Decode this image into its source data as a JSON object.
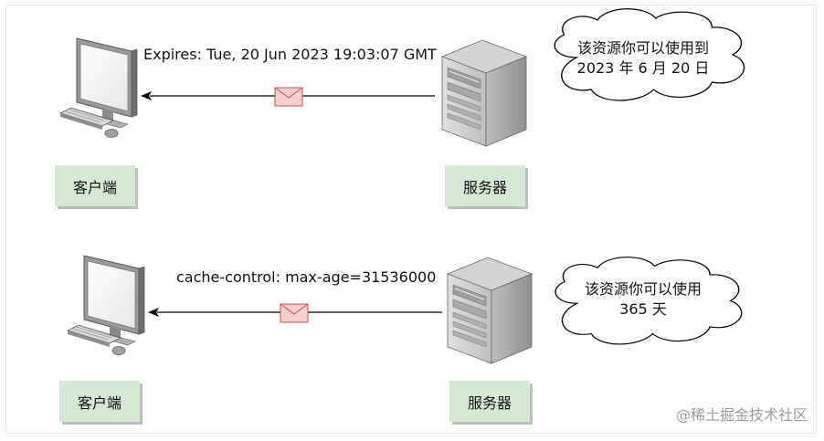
{
  "top_scene": {
    "client_label": "客户端",
    "server_label": "服务器",
    "message": "Expires: Tue, 20 Jun 2023 19:03:07 GMT",
    "cloud_line1": "该资源你可以使用到",
    "cloud_line2": "2023 年 6 月 20 日"
  },
  "bottom_scene": {
    "client_label": "客户端",
    "server_label": "服务器",
    "message": "cache-control: max-age=31536000",
    "cloud_line1": "该资源你可以使用",
    "cloud_line2": "365 天"
  },
  "watermark": "@稀土掘金技术社区",
  "colors": {
    "label_fill": "#d5e8d4",
    "envelope_fill": "#f8cecc",
    "envelope_stroke": "#b85450",
    "arrow": "#000000",
    "cloud_stroke": "#000000"
  }
}
